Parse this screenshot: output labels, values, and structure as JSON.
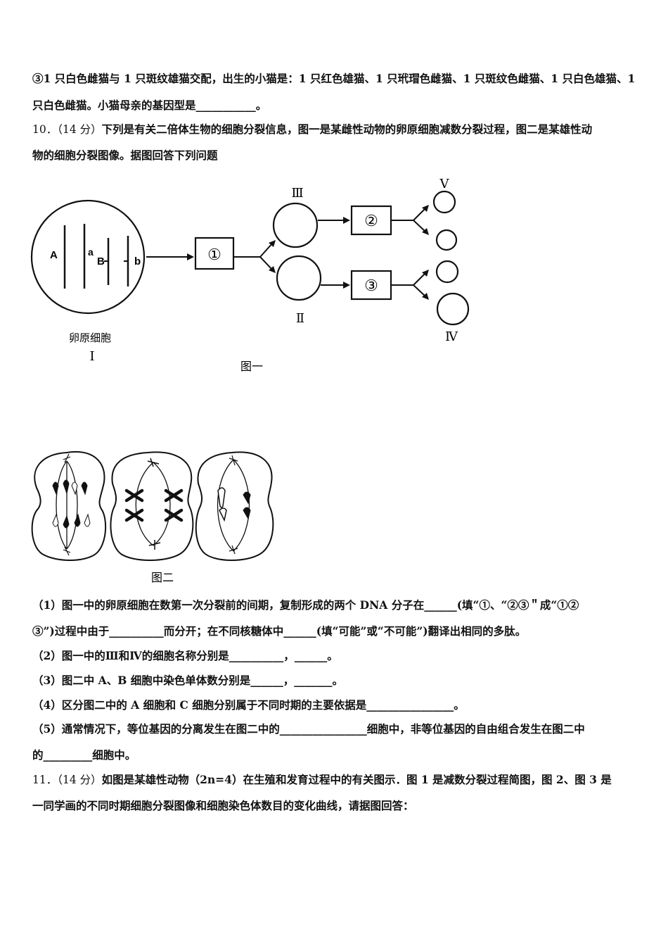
{
  "top_lines": [
    "③1 只白色雌猫与 1 只斑纹雄猫交配，出生的小猫是：1 只红色雄猫、1 只玳瑁色雌猫、1 只斑纹色雌猫、1 只白色雄猫、1",
    "只白色雌猫。小猫母亲的基因型是___________。"
  ],
  "q10": {
    "number": "10．（14 分）",
    "intro_1": "下列是有关二倍体生物的细胞分裂信息，图一是某雌性动物的卵原细胞减数分裂过程，图二是某雄性动",
    "intro_2": "物的细胞分裂图像。据图回答下列问题"
  },
  "fig1": {
    "caption": "图一",
    "cell_label": "卵原细胞",
    "roman_I": "Ⅰ",
    "roman_II": "Ⅱ",
    "roman_III": "Ⅲ",
    "roman_IV": "Ⅳ",
    "roman_V": "Ⅴ",
    "box1": "①",
    "box2": "②",
    "box3": "③",
    "gene_A": "A",
    "gene_a": "a",
    "gene_B": "B",
    "gene_b": "b"
  },
  "fig2": {
    "caption": "图二"
  },
  "questions": [
    "（1）图一中的卵原细胞在数第一次分裂前的间期，复制形成的两个 DNA 分子在______(填“①、“②③＂成“①②",
    "③”)过程中由于__________而分开；在不同核糖体中______(填“可能”或“不可能”)翻译出相同的多肽。",
    "（2）图一中的Ⅲ和Ⅳ的细胞名称分别是__________，______。",
    "（3）图二中 A、B 细胞中染色单体数分别是______，_______。",
    "（4）区分图二中的 A 细胞和 C 细胞分别属于不同时期的主要依据是________________。",
    "（5）通常情况下，等位基因的分离发生在图二中的________________细胞中，非等位基因的自由组合发生在图二中",
    "的_________细胞中。"
  ],
  "q11": {
    "number": "11．（14 分）",
    "line_1": "如图是某雄性动物（2n=4）在生殖和发育过程中的有关图示．图 1 是减数分裂过程简图，图 2、图 3 是",
    "line_2": "一同学画的不同时期细胞分裂图像和细胞染色体数目的变化曲线，请据图回答："
  }
}
